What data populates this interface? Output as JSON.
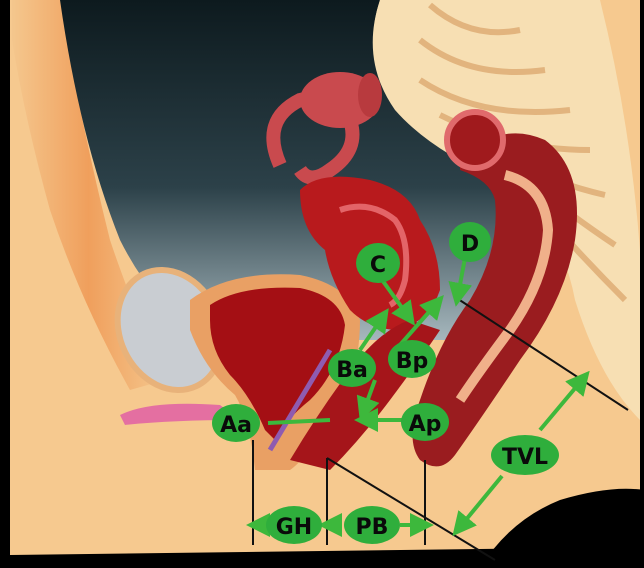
{
  "labels": {
    "aa": "Aa",
    "ba": "Ba",
    "c": "C",
    "d": "D",
    "bp": "Bp",
    "ap": "Ap",
    "gh": "GH",
    "pb": "PB",
    "tvl": "TVL"
  },
  "colors": {
    "background": "#000000",
    "skin": "#f6c98f",
    "skin_dark": "#e8a86a",
    "cavity": "#1d3138",
    "bone": "#f7dfb3",
    "uterus": "#b81a1d",
    "rectum": "#9a1c1f",
    "bladder": "#a40f14",
    "label_fill": "#2fae3c",
    "arrow": "#3db83c",
    "measure_line": "#111111"
  }
}
